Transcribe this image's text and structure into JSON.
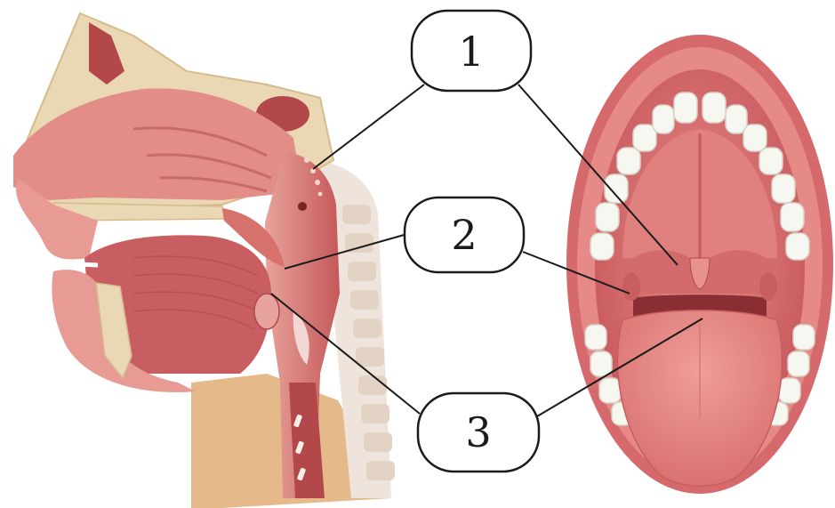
{
  "callouts": [
    {
      "id": "1",
      "label": "1"
    },
    {
      "id": "2",
      "label": "2"
    },
    {
      "id": "3",
      "label": "3"
    }
  ],
  "colors": {
    "tissue_light": "#e89a94",
    "tissue_mid": "#d7716c",
    "tissue_dark": "#b3484a",
    "bone": "#ead7b3",
    "bone_edge": "#d6bb8c",
    "skin_neck": "#e5b98a",
    "teeth": "#f7f7f2",
    "outline": "#1a1a1a"
  },
  "icons": [
    "sagittal-section-illustration",
    "open-mouth-illustration"
  ]
}
